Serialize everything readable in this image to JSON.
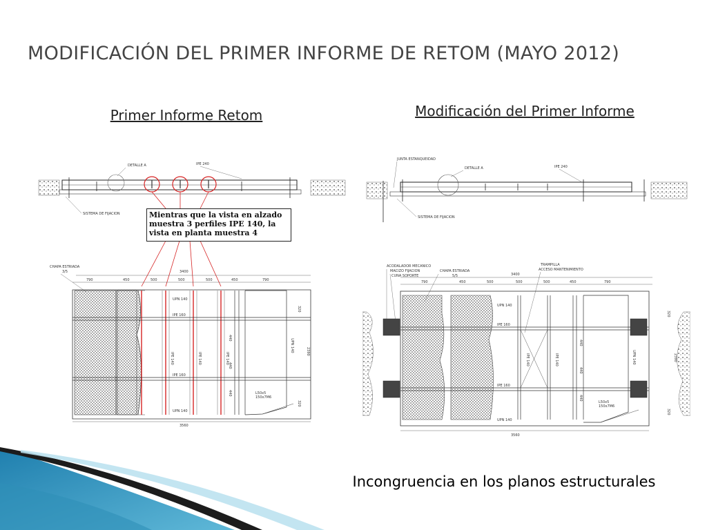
{
  "slide": {
    "title": "MODIFICACIÓN DEL PRIMER INFORME DE RETOM (MAYO 2012)",
    "left_heading": "Primer Informe Retom",
    "right_heading": "Modificación del Primer Informe",
    "caption": "Incongruencia en los planos estructurales",
    "callout": "Mientras que la vista en alzado muestra 3 perfiles IPE 140, la vista en planta muestra 4"
  },
  "left_drawing": {
    "labels": {
      "detalle": "DETALLE A",
      "ipe_top": "IPE 240",
      "sistema": "SISTEMA DE FIJACION",
      "chapa": "CHAPA ESTRIADA",
      "chapa_sub": "3/5",
      "dim_total_top": "3400",
      "dim_total_bottom": "3560",
      "upn_top": "UPN 140",
      "upn_bottom": "UPN 140",
      "ipe160_top": "IPE 160",
      "ipe160_bottom": "IPE 160",
      "ipe140_a": "IPE 140",
      "ipe140_b": "IPE 140",
      "ipe140_c": "IPE 140",
      "upn_side": "UPN 140",
      "dim_side": "2390",
      "l_angle": "L50x5",
      "flat": "150x7M6"
    },
    "dims_top": [
      "790",
      "450",
      "500",
      "500",
      "500",
      "450",
      "790"
    ],
    "dims_side": [
      "320",
      "440",
      "440",
      "440",
      "320"
    ]
  },
  "right_drawing": {
    "labels": {
      "junta": "JUNTA ESTANQUEIDAD",
      "detalle": "DETALLE A",
      "ipe_top": "IPE 240",
      "sistema": "SISTEMA DE FIJACION",
      "acodalador": "ACODALADOR MECANICO",
      "macizo": "MACIZO FIJACION",
      "cuna": "CUNA SOPORTE",
      "chapa": "CHAPA ESTRIADA",
      "chapa_sub": "5/5",
      "trampilla": "TRAMPILLA",
      "acceso": "ACCESO MANTENIMIENTO",
      "dim_total_top": "3400",
      "dim_total_bottom": "3560",
      "upn_top": "UPN 140",
      "upn_bottom": "UPN 140",
      "ipe160_top": "IPE 160",
      "ipe160_bottom": "IPE 160",
      "ipe140_a": "IPE 140",
      "ipe140_b": "IPE 140",
      "upn_side": "UPN 140",
      "dim_side": "2390",
      "l_angle": "L50x5",
      "flat": "150x7M6"
    },
    "dims_top": [
      "790",
      "450",
      "500",
      "500",
      "500",
      "450",
      "790"
    ],
    "dims_side": [
      "320",
      "440",
      "440",
      "440",
      "320"
    ]
  },
  "colors": {
    "title": "#444444",
    "highlight": "#d62424",
    "corner_dark": "#1c1c1c",
    "corner_blue": "#2f8fb8",
    "corner_light": "#9fd3e6"
  }
}
